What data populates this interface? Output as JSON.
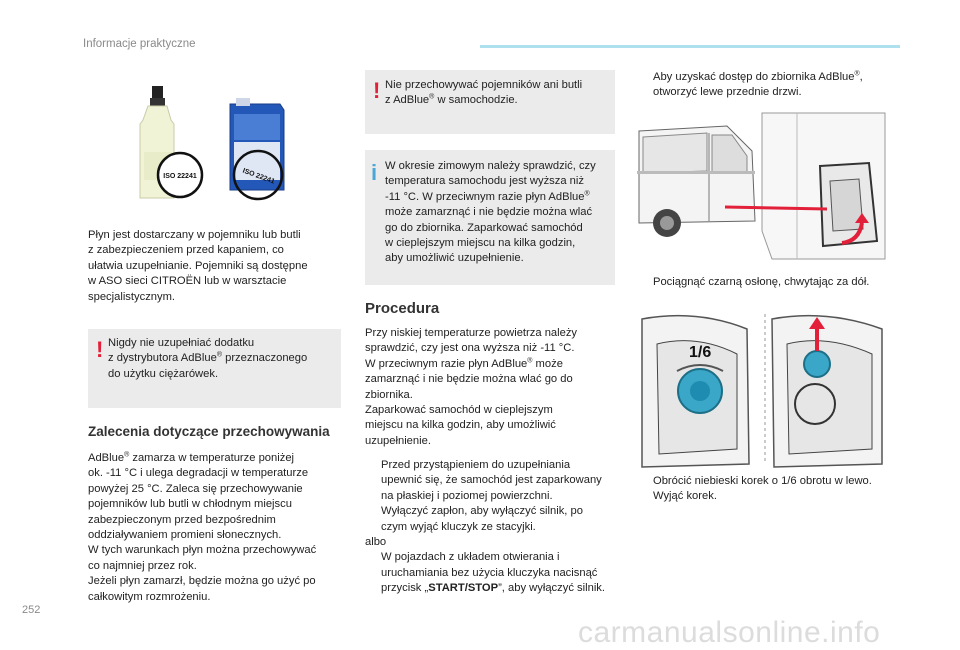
{
  "header": {
    "title": "Informacje praktyczne"
  },
  "page_number": "252",
  "watermark": "carmanualsonline.info",
  "left": {
    "iso_label": "ISO 22241",
    "iso_label_2": "ISO 22241",
    "container_text": [
      "Płyn jest dostarczany w pojemniku lub butli",
      "z zabezpieczeniem przed kapaniem, co",
      "ułatwia uzupełnianie. Pojemniki są dostępne",
      "w ASO sieci CITROËN lub w warsztacie",
      "specjalistycznym."
    ],
    "warning_box": [
      "Nigdy nie uzupełniać dodatku",
      "z dystrybutora AdBlue",
      "®",
      " przeznaczonego",
      "do użytku ciężarówek."
    ],
    "storage_heading": "Zalecenia dotyczące przechowywania",
    "storage_text": [
      "AdBlue",
      "®",
      " zamarza w temperaturze poniżej",
      "ok. -11 °C i ulega degradacji w temperaturze",
      "powyżej 25 °C. Zaleca się przechowywanie",
      "pojemników lub butli w chłodnym miejscu",
      "zabezpieczonym przed bezpośrednim",
      "oddziaływaniem promieni słonecznych.",
      "W tych warunkach płyn można przechowywać",
      "co najmniej przez rok.",
      "Jeżeli płyn zamarzł, będzie można go użyć po",
      "całkowitym rozmrożeniu."
    ]
  },
  "middle": {
    "warning_box": [
      "Nie przechowywać pojemników ani butli",
      "z AdBlue",
      "®",
      " w samochodzie."
    ],
    "info_box": [
      "W okresie zimowym należy sprawdzić, czy",
      "temperatura samochodu jest wyższa niż",
      "-11 °C. W przeciwnym razie płyn AdBlue",
      "®",
      "może zamarznąć i nie będzie można wlać",
      "go do zbiornika. Zaparkować samochód",
      "w cieplejszym miejscu na kilka godzin,",
      "aby umożliwić uzupełnienie."
    ],
    "procedure_heading": "Procedura",
    "procedure_text": [
      "Przy niskiej temperaturze powietrza należy",
      "sprawdzić, czy jest ona wyższa niż -11 °C.",
      "W przeciwnym razie płyn AdBlue",
      "®",
      " może",
      "zamarznąć i nie będzie można wlać go do",
      "zbiornika.",
      "Zaparkować samochód w cieplejszym",
      "miejscu na kilka godzin, aby umożliwić",
      "uzupełnienie."
    ],
    "bullet_glyph": "",
    "step1": [
      "Przed przystąpieniem do uzupełniania",
      "upewnić się, że samochód jest zaparkowany",
      "na płaskiej i poziomej powierzchni."
    ],
    "step2": [
      "Wyłączyć zapłon, aby wyłączyć silnik, po",
      "czym wyjąć kluczyk ze stacyjki."
    ],
    "albo": "albo",
    "step3": [
      "W pojazdach z układem otwierania i",
      "uruchamiania bez użycia kluczyka nacisnąć",
      "przycisk „",
      "START/STOP",
      "”, aby wyłączyć silnik."
    ]
  },
  "right": {
    "step_a": [
      "Aby uzyskać dostęp do zbiornika AdBlue",
      "®",
      ",",
      "otworzyć lewe przednie drzwi."
    ],
    "step_b": "Pociągnąć czarną osłonę, chwytając za dół.",
    "fraction_label": "1/6",
    "step_c": "Obrócić niebieski korek o 1/6 obrotu w lewo.",
    "step_d": "Wyjąć korek."
  },
  "colors": {
    "warning": "#e3203a",
    "info": "#4aa7d6",
    "box_bg": "#ebebeb",
    "header_bar": "#aee0ee",
    "arrow": "#e3203a",
    "cap": "#3aa7c9"
  }
}
